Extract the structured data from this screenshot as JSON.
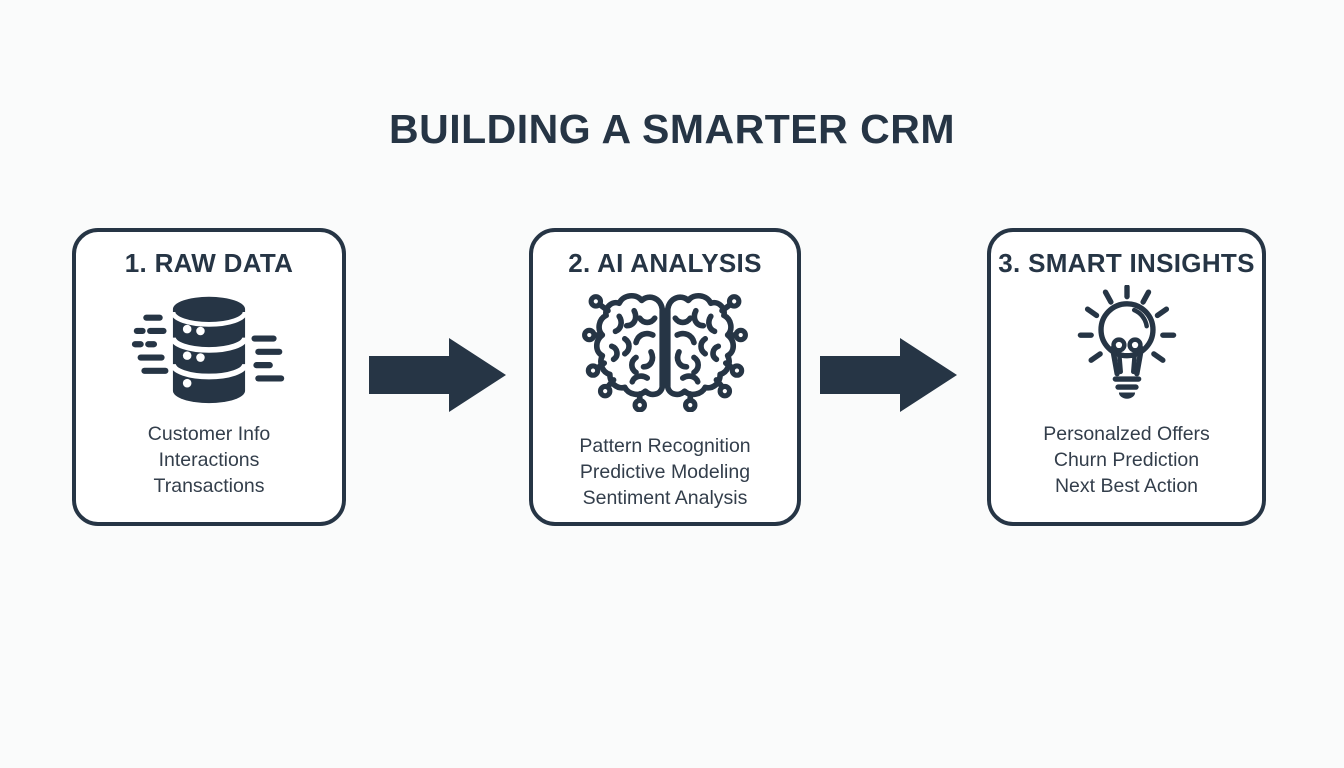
{
  "page": {
    "title": "BUILDING A SMARTER CRM"
  },
  "colors": {
    "accent": "#263545",
    "body_text": "#333e4b",
    "background": "#fafbfb",
    "box_background": "#ffffff"
  },
  "steps": [
    {
      "heading": "1. RAW DATA",
      "icon": "database-icon",
      "items": [
        "Customer Info",
        "Interactions",
        "Transactions"
      ]
    },
    {
      "heading": "2. AI ANALYSIS",
      "icon": "ai-brain-icon",
      "items": [
        "Pattern Recognition",
        "Predictive Modeling",
        "Sentiment Analysis"
      ]
    },
    {
      "heading": "3. SMART INSIGHTS",
      "icon": "lightbulb-icon",
      "items": [
        "Personalzed Offers",
        "Churn Prediction",
        "Next Best Action"
      ]
    }
  ],
  "connectors": [
    {
      "icon": "arrow-right-icon"
    },
    {
      "icon": "arrow-right-icon"
    }
  ]
}
